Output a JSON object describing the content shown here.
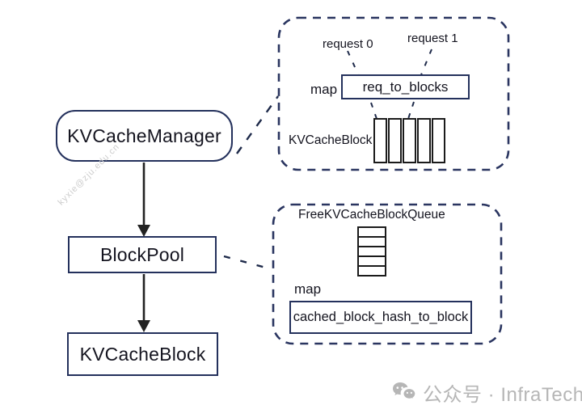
{
  "diagram": {
    "nodes": {
      "kv_cache_manager": "KVCacheManager",
      "block_pool": "BlockPool",
      "kv_cache_block": "KVCacheBlock"
    },
    "request_map_panel": {
      "request0_label": "request 0",
      "request1_label": "request 1",
      "map_label": "map",
      "map_box_label": "req_to_blocks",
      "blocks_label": "KVCacheBlock",
      "cell_count": 5
    },
    "block_pool_panel": {
      "queue_label": "FreeKVCacheBlockQueue",
      "queue_row_count": 5,
      "map_label": "map",
      "map_box_label": "cached_block_hash_to_block"
    },
    "watermark_text": "kyxie@zju.edu.cn",
    "footer_text": "公众号 · InfraTech",
    "colors": {
      "border_navy": "#24315c",
      "panel_dash_navy": "#2a3560",
      "ink_black": "#1b1b1b",
      "footer_gray": "#b6b6b6",
      "watermark_gray": "#cdcdcd"
    }
  }
}
